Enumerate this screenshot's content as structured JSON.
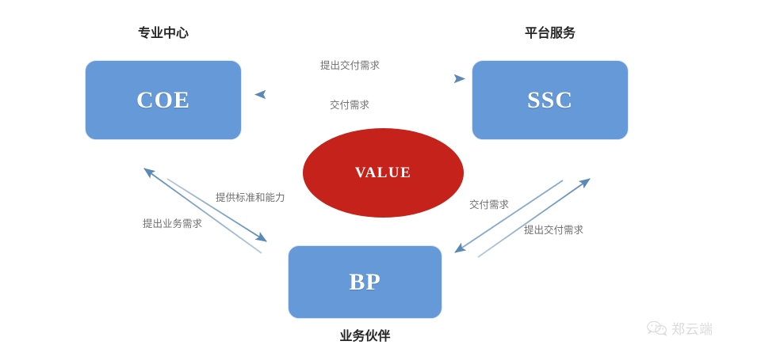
{
  "diagram": {
    "title_text": "",
    "colors": {
      "node_blue": "#6699d8",
      "value_red": "#c4221b",
      "arrow_blue": "#5b89b5",
      "label_gray": "#6f6f6f",
      "caption_dark": "#262626",
      "background": "#ffffff"
    },
    "nodes": [
      {
        "id": "coe",
        "label": "COE",
        "caption": "专业中心"
      },
      {
        "id": "ssc",
        "label": "SSC",
        "caption": "平台服务"
      },
      {
        "id": "bp",
        "label": "BP",
        "caption": "业务伙伴"
      }
    ],
    "center": {
      "label": "VALUE",
      "shape": "ellipse"
    },
    "edges": [
      {
        "id": "coe-ssc-top",
        "from": "COE",
        "to": "SSC",
        "label": "提出交付需求",
        "direction": "right"
      },
      {
        "id": "ssc-coe-bottom",
        "from": "SSC",
        "to": "COE",
        "label": "交付需求",
        "direction": "left"
      },
      {
        "id": "bp-coe",
        "from": "BP",
        "to": "COE",
        "label": "提出业务需求",
        "direction": "up-left"
      },
      {
        "id": "coe-bp",
        "from": "COE",
        "to": "BP",
        "label": "提供标准和能力",
        "direction": "down-right"
      },
      {
        "id": "ssc-bp",
        "from": "SSC",
        "to": "BP",
        "label": "交付需求",
        "direction": "down-left"
      },
      {
        "id": "bp-ssc",
        "from": "BP",
        "to": "SSC",
        "label": "提出交付需求",
        "direction": "up-right"
      }
    ]
  },
  "watermark": {
    "icon": "wechat-icon",
    "text": "郑云端"
  }
}
